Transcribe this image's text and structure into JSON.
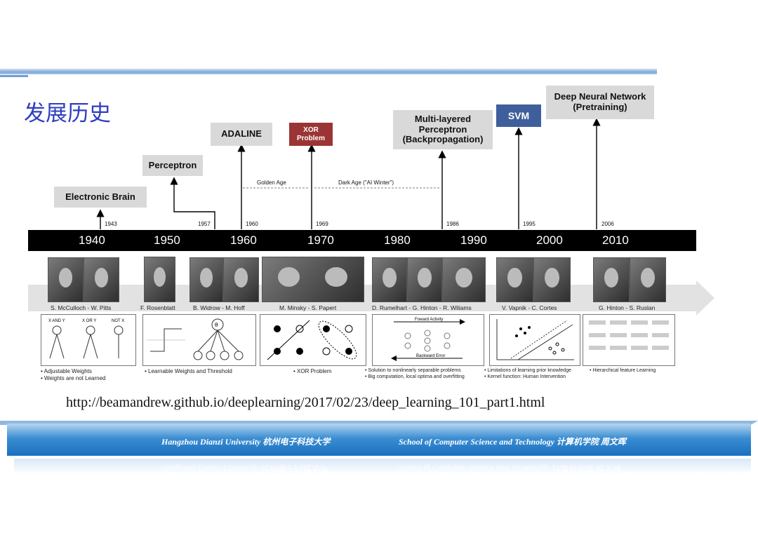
{
  "title": "发展历史",
  "milestones": {
    "electronic_brain": "Electronic Brain",
    "perceptron": "Perceptron",
    "adaline": "ADALINE",
    "xor": "XOR\nProblem",
    "multilayer": "Multi-layered\nPerceptron\n(Backpropagation)",
    "svm": "SVM",
    "dnn": "Deep Neural Network\n(Pretraining)"
  },
  "eras": {
    "golden": "Golden Age",
    "dark": "Dark Age (\"AI Winter\")"
  },
  "years": [
    "1943",
    "1957",
    "1960",
    "1969",
    "1986",
    "1995",
    "2006"
  ],
  "decades": [
    "1940",
    "1950",
    "1960",
    "1970",
    "1980",
    "1990",
    "2000",
    "2010"
  ],
  "people": [
    "S. McCulloch - W. Pitts",
    "F. Rosenblatt",
    "B. Widrow - M. Hoff",
    "M. Minsky - S. Papert",
    "D. Rumelhart - G. Hinton - R. Wiliams",
    "V. Vapnik - C. Cortes",
    "G. Hinton - S. Ruslan"
  ],
  "panel_text": {
    "logic_labels": [
      "X AND Y",
      "X OR Y",
      "NOT X"
    ],
    "forward": "Foward Activity",
    "backward": "Backward Error",
    "theta": "θ"
  },
  "captions": [
    "• Adjustable Weights\n• Weights are not Learned",
    "• Learnable Weights  and Threshold",
    "• XOR Problem",
    "• Solution to nonlinearly separable problems\n• Big computation, local optima and overfitting",
    "• Limitations of learning prior knowledge\n• Kernel function: Human Intervention",
    "• Hierarchical feature Learning"
  ],
  "url": "http://beamandrew.github.io/deeplearning/2017/02/23/deep_learning_101_part1.html",
  "footer": {
    "left": "Hangzhou Dianzi University 杭州电子科技大学",
    "right": "School of Computer Science  and Technology 计算机学院   周文晖"
  },
  "colors": {
    "title": "#2f3fbf",
    "xor_box": "#9b3535",
    "svm_box": "#3f5f9c",
    "footer": "#1a6fbf"
  }
}
